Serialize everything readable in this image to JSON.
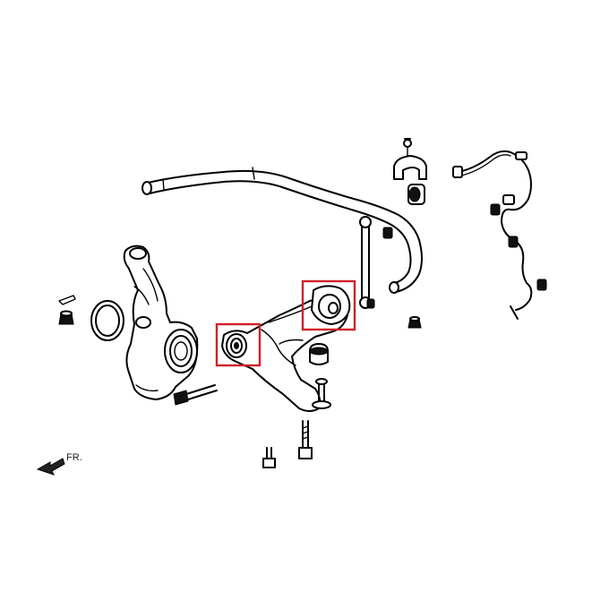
{
  "direction_label": "FR.",
  "highlight_color": "#d0202a",
  "highlights": [
    "front-lower-arm-bushing",
    "rear-lower-arm-bushing"
  ],
  "parts": [
    "stabilizer-bar",
    "stabilizer-bushing",
    "stabilizer-bracket",
    "stabilizer-link",
    "steering-knuckle",
    "hub-bearing",
    "snap-ring",
    "lower-control-arm",
    "ball-joint",
    "abs-sensor-harness",
    "bolts",
    "nuts"
  ]
}
